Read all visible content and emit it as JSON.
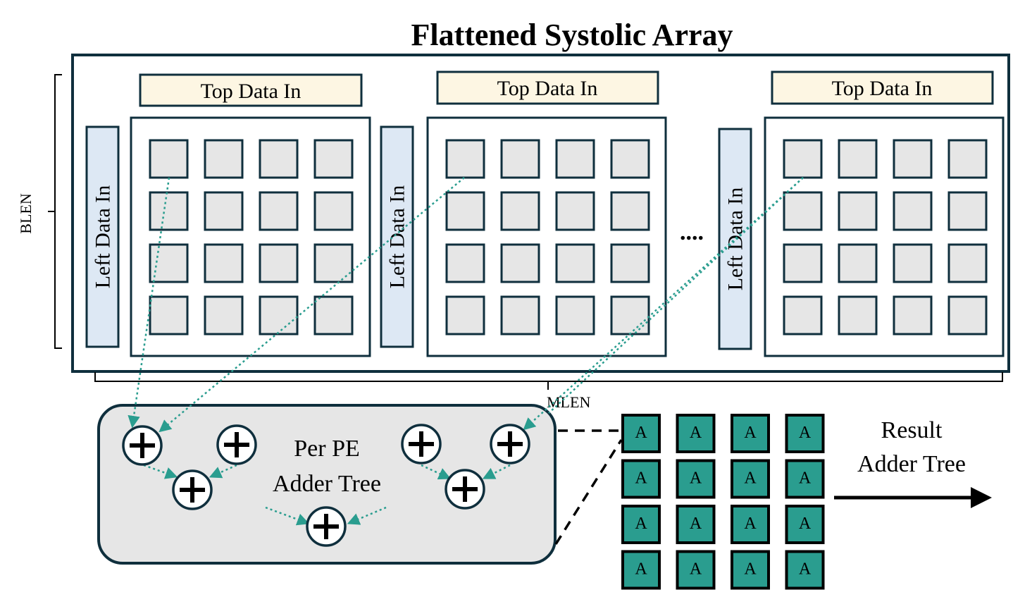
{
  "title": "Flattened Systolic Array",
  "dimensions": {
    "rows_label": "BLEN",
    "cols_label": "MLEN"
  },
  "ellipsis": "....",
  "blocks": [
    {
      "top_label": "Top Data In",
      "left_label": "Left Data In",
      "pe_rows": 4,
      "pe_cols": 4
    },
    {
      "top_label": "Top Data In",
      "left_label": "Left Data In",
      "pe_rows": 4,
      "pe_cols": 4
    },
    {
      "top_label": "Top Data In",
      "left_label": "Left Data In",
      "pe_rows": 4,
      "pe_cols": 4
    }
  ],
  "adder_tree": {
    "label_line1": "Per PE",
    "label_line2": "Adder Tree",
    "node_symbol": "+"
  },
  "accumulator_grid": {
    "rows": 4,
    "cols": 4,
    "cell_label": "A"
  },
  "result": {
    "label_line1": "Result",
    "label_line2": "Adder Tree"
  },
  "colors": {
    "outline": "#0f2f3d",
    "top_label_fill": "#fdf6e3",
    "left_label_fill": "#dde8f4",
    "pe_fill": "#e6e6e6",
    "adder_panel_fill": "#e6e6e6",
    "accumulator_fill": "#2a9d8f",
    "connector": "#2a9d8f"
  }
}
